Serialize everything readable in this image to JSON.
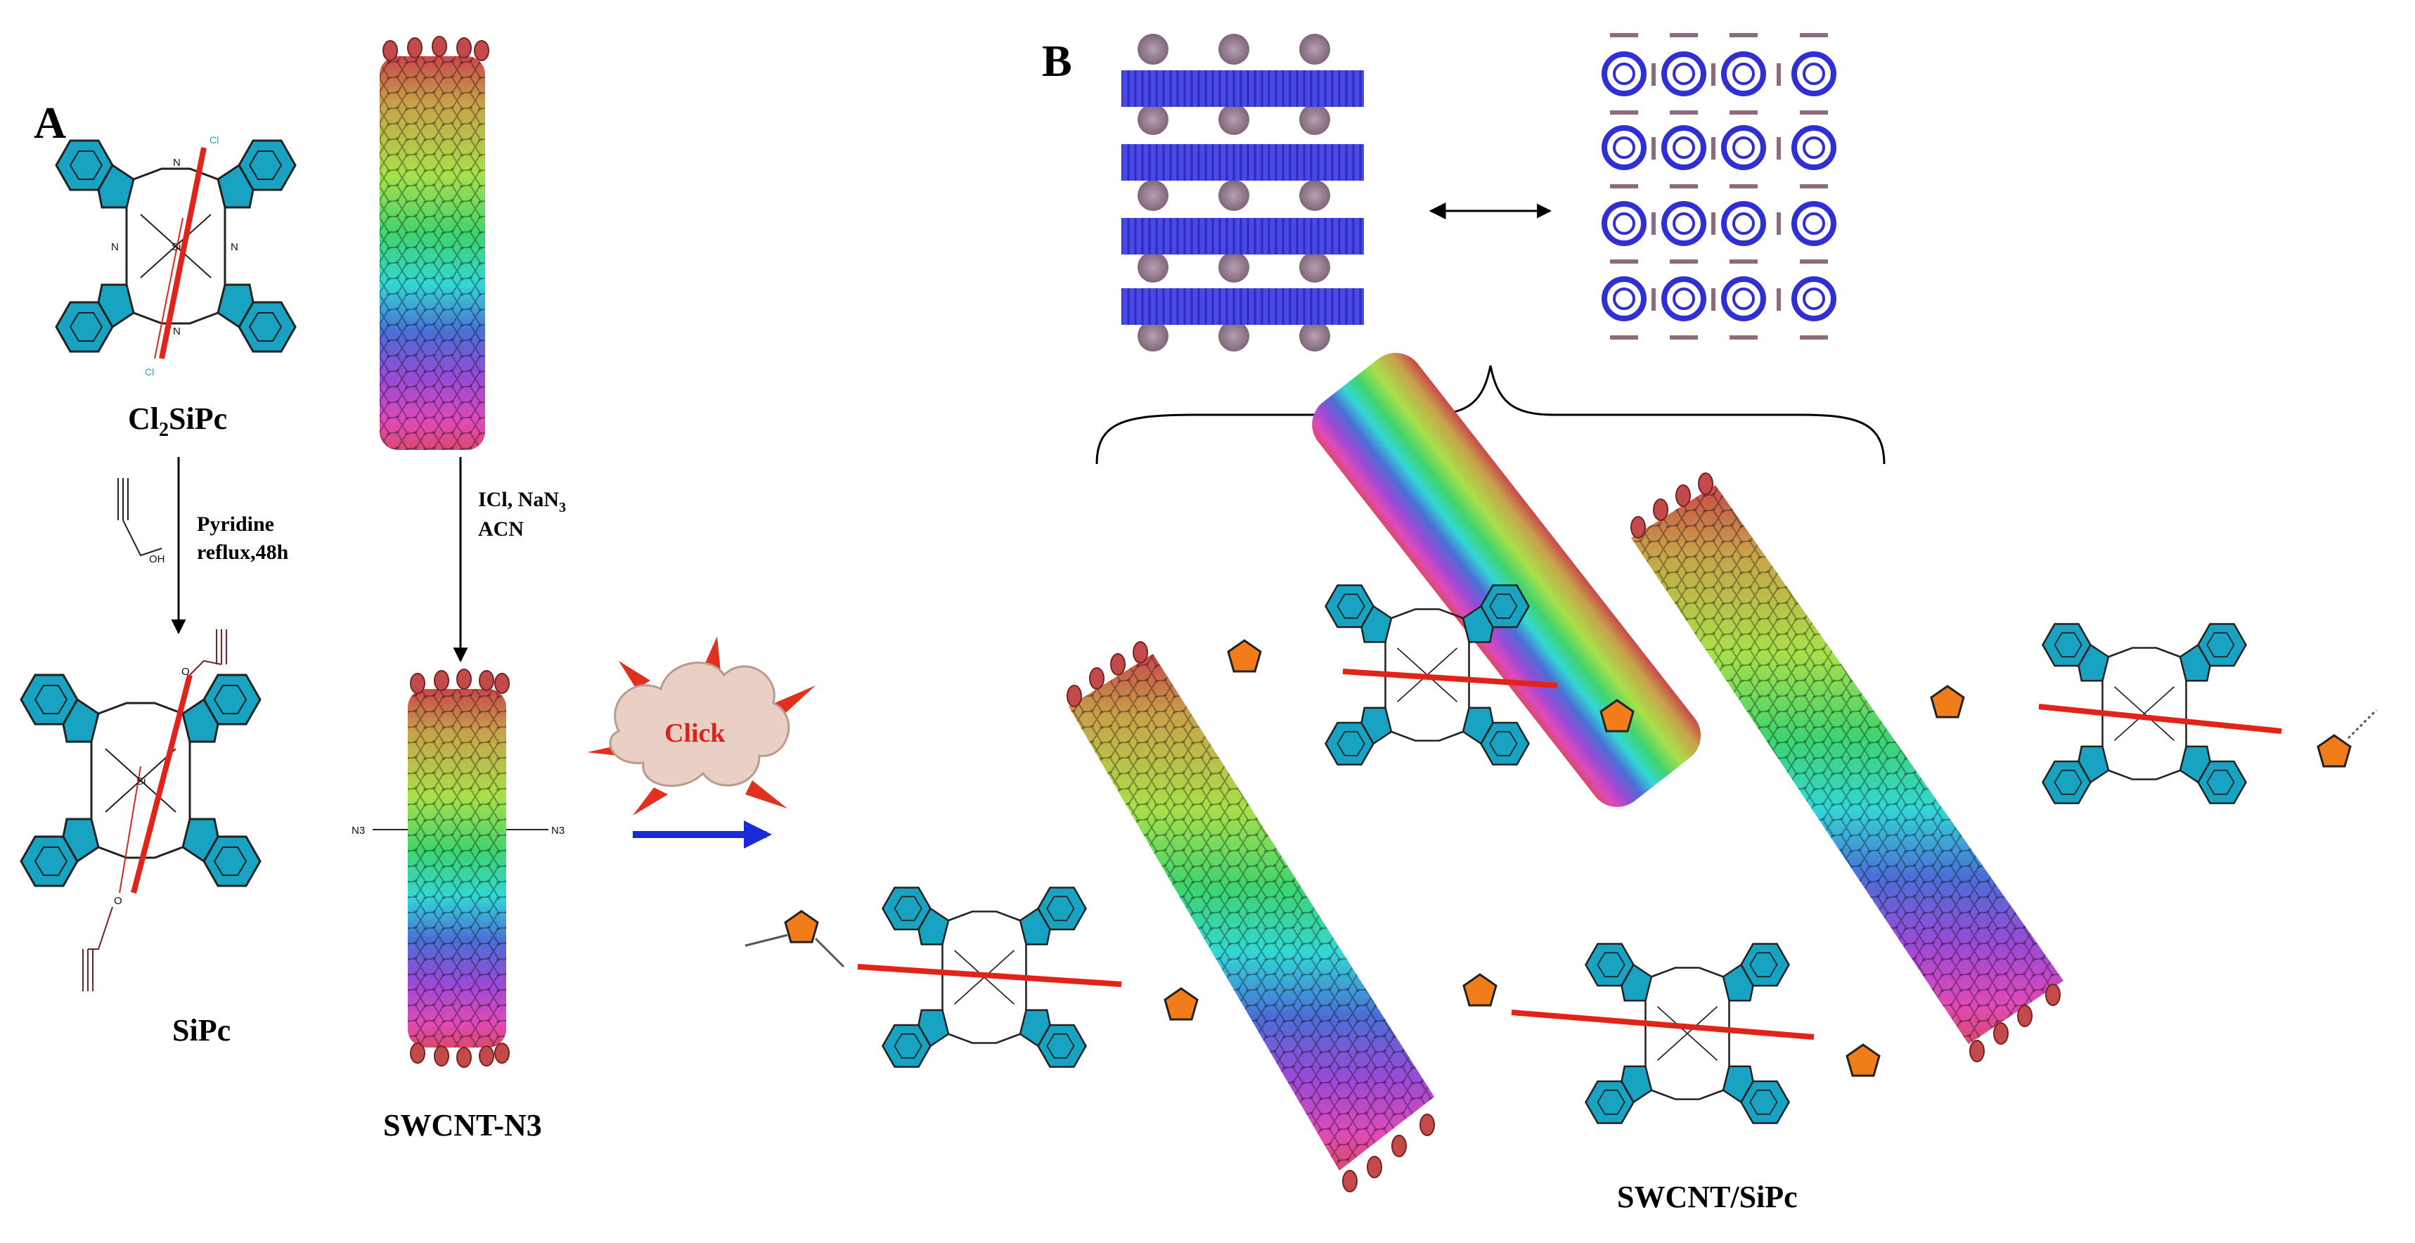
{
  "panels": {
    "a": {
      "letter": "A"
    },
    "b": {
      "letter": "B"
    }
  },
  "molecules": {
    "cl2sipc": {
      "name_prefix": "Cl",
      "name_sub": "2",
      "name_suffix": "SiPc",
      "axial_label": "Cl"
    },
    "sipc": {
      "name": "SiPc"
    },
    "swcnt_n3": {
      "name": "SWCNT-N3",
      "substituent": "N3"
    },
    "product": {
      "name": "SWCNT/SiPc"
    }
  },
  "reactions": {
    "step1": {
      "line1": "Pyridine",
      "line2": "reflux,48h",
      "reagent_atom": "OH"
    },
    "step2": {
      "line1_prefix": "ICl, NaN",
      "line1_sub": "3",
      "line2": "ACN"
    },
    "click": {
      "label": "Click"
    }
  },
  "atom_labels": {
    "nitrogen": "N",
    "silicon": "Si",
    "oxygen": "O"
  },
  "colors": {
    "benzene": "#19a3c2",
    "axial_bond": "#e2231a",
    "triazole": "#f07d1a",
    "arrow_blue": "#1a2bd6",
    "click_text": "#e0201b",
    "nanotube_face": "#3a3ad0",
    "ring": "#2f2fd4",
    "disc": "#8c6b7e"
  }
}
